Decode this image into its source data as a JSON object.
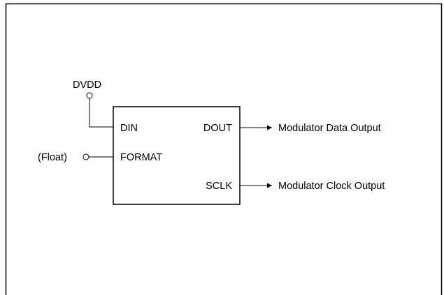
{
  "diagram": {
    "supply_label": "DVDD",
    "float_label": "(Float)",
    "block": {
      "pin_din": "DIN",
      "pin_format": "FORMAT",
      "pin_dout": "DOUT",
      "pin_sclk": "SCLK"
    },
    "output_data_label": "Modulator Data Output",
    "output_clock_label": "Modulator Clock Output"
  },
  "colors": {
    "line": "#000000",
    "background": "#ffffff"
  }
}
